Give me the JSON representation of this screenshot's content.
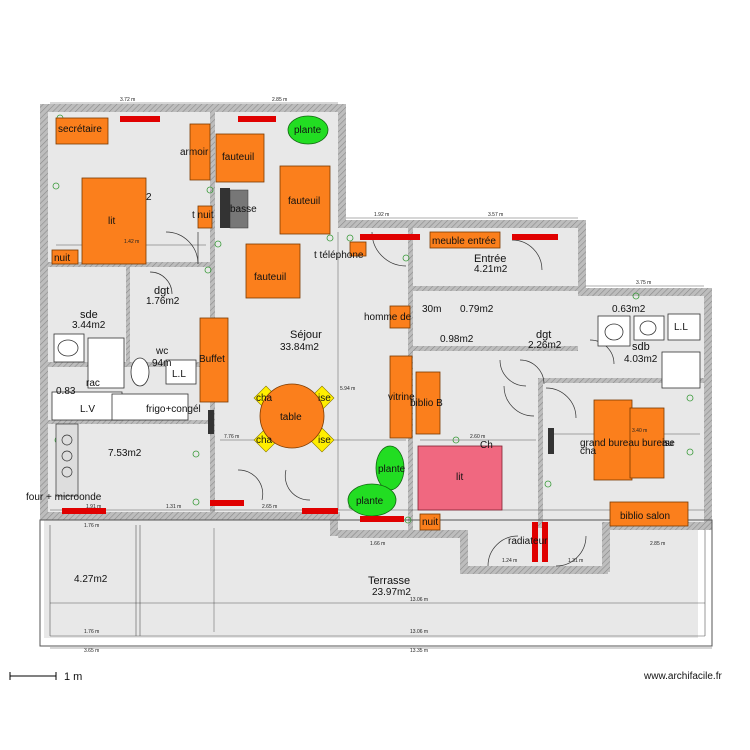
{
  "rooms": {
    "sejour": {
      "name": "Séjour",
      "area": "33.84m2"
    },
    "entree": {
      "name": "Entrée",
      "area": "4.21m2"
    },
    "sde": {
      "name": "sde",
      "area": "3.44m2"
    },
    "dgt1": {
      "name": "dgt",
      "area": "1.76m2"
    },
    "wc": {
      "name": "wc",
      "area": "94m"
    },
    "kitchen": {
      "area": "7.53m2"
    },
    "small1": {
      "area": "0.83"
    },
    "small2": {
      "area": "0.79m2"
    },
    "small3": {
      "area": "0.98m2"
    },
    "small4": {
      "area": "0.63m2"
    },
    "small5": {
      "area": "30m"
    },
    "dgt2": {
      "name": "dgt",
      "area": "2.26m2"
    },
    "sdb": {
      "name": "sdb",
      "area": "4.03m2"
    },
    "terrace_small": {
      "area": "4.27m2"
    },
    "terrasse": {
      "name": "Terrasse",
      "area": "23.97m2"
    }
  },
  "furniture": {
    "secretaire": "secrétaire",
    "armoire": "armoir",
    "lit1": "lit",
    "num2": "2",
    "nuit1": "nuit",
    "tnuit": "t nuit",
    "basse": "basse",
    "fauteuil1": "fauteuil",
    "fauteuil2": "fauteuil",
    "fauteuil3": "fauteuil",
    "plante1": "plante",
    "plante2": "plante",
    "plante3": "plante",
    "telephone": "t téléphone",
    "meuble_entree": "meuble entrée",
    "homme": "homme de",
    "buffet": "Buffet",
    "table": "table",
    "chaise1": "cha",
    "chaise2": "ise",
    "chaise3": "cha",
    "chaise4": "ise",
    "vitrine": "vitrine",
    "biblio_b": "biblio B",
    "lit2": "lit",
    "chambre_tag": "Ch",
    "nuit2": "nuit",
    "radiateur": "radiateur",
    "grand_bureau": "grand bureau",
    "bureau": "bureau",
    "chaise5": "cha",
    "chaise6": "ise",
    "biblio_salon": "biblio salon",
    "frigo": "frigo+congél",
    "four": "four + microonde",
    "ll1": "L.L",
    "ll2": "L.L",
    "lv": "L.V",
    "rac": "rac"
  },
  "dims": {
    "d_top1": "3.72 m",
    "d_top2": "2.85 m",
    "d_ent1": "1.92 m",
    "d_ent2": "3.57 m",
    "d_right": "3.75 m",
    "d_bed": "1.42 m",
    "d_sejour_h": "7.76 m",
    "d_sejour_v": "5.94 m",
    "d_ch_w": "2.60 m",
    "d_bureau": "3.40 m",
    "d_bot1": "1.91 m",
    "d_bot2": "1.31 m",
    "d_bot3": "2.65 m",
    "d_bot4": "1.66 m",
    "d_bot5": "1.24 m",
    "d_bot6": "1.31 m",
    "d_bot7": "2.85 m",
    "d_terr1": "1.76 m",
    "d_terr2": "13.06 m",
    "d_terr3": "1.76 m",
    "d_terr4": "13.06 m",
    "d_terr5": "3.65 m",
    "d_terr6": "13.35 m"
  },
  "scale": {
    "label": "1 m"
  },
  "watermark": "www.archifacile.fr"
}
